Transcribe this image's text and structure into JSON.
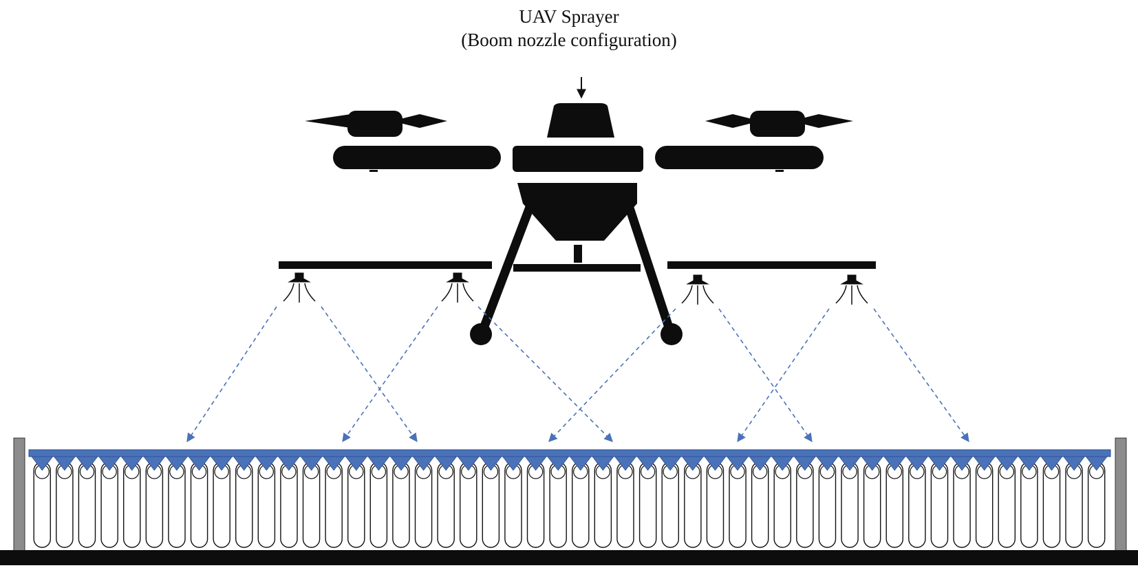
{
  "diagram": {
    "title_line1": "UAV Sprayer",
    "title_line2": "(Boom nozzle configuration)",
    "nozzle_count": 4,
    "collection_tube_count": 48
  },
  "colors": {
    "drone": "#0d0d0d",
    "spray_path": "#4a72b8",
    "patternator_channel": "#4a72b8",
    "frame_post": "#8c8c8c",
    "base": "#0d0d0d"
  }
}
